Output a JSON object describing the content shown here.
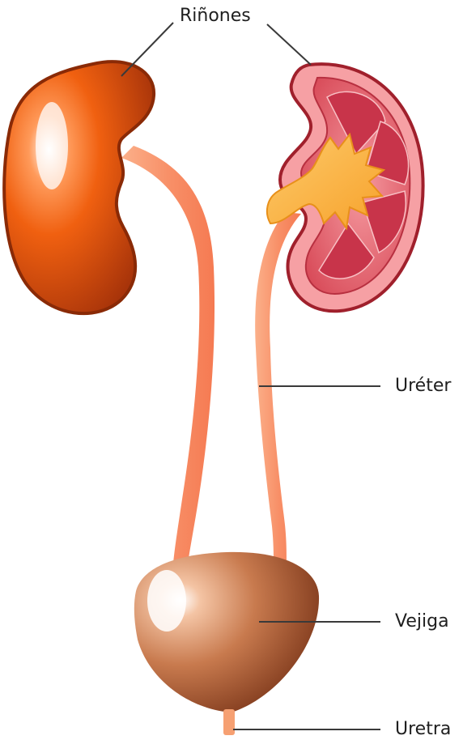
{
  "labels": {
    "kidneys": "Riñones",
    "ureter": "Uréter",
    "bladder": "Vejiga",
    "urethra": "Uretra"
  },
  "colors": {
    "background": "#ffffff",
    "kidney_outer": "#e65a12",
    "kidney_dark": "#8a2a06",
    "kidney_section": "#e06470",
    "kidney_pelvis": "#fbb040",
    "ureter": "#f7936a",
    "bladder_light": "#e8a47e",
    "bladder_dark": "#7a3012",
    "leader_line": "#3a3a3a",
    "label_text": "#1f1f1f"
  }
}
